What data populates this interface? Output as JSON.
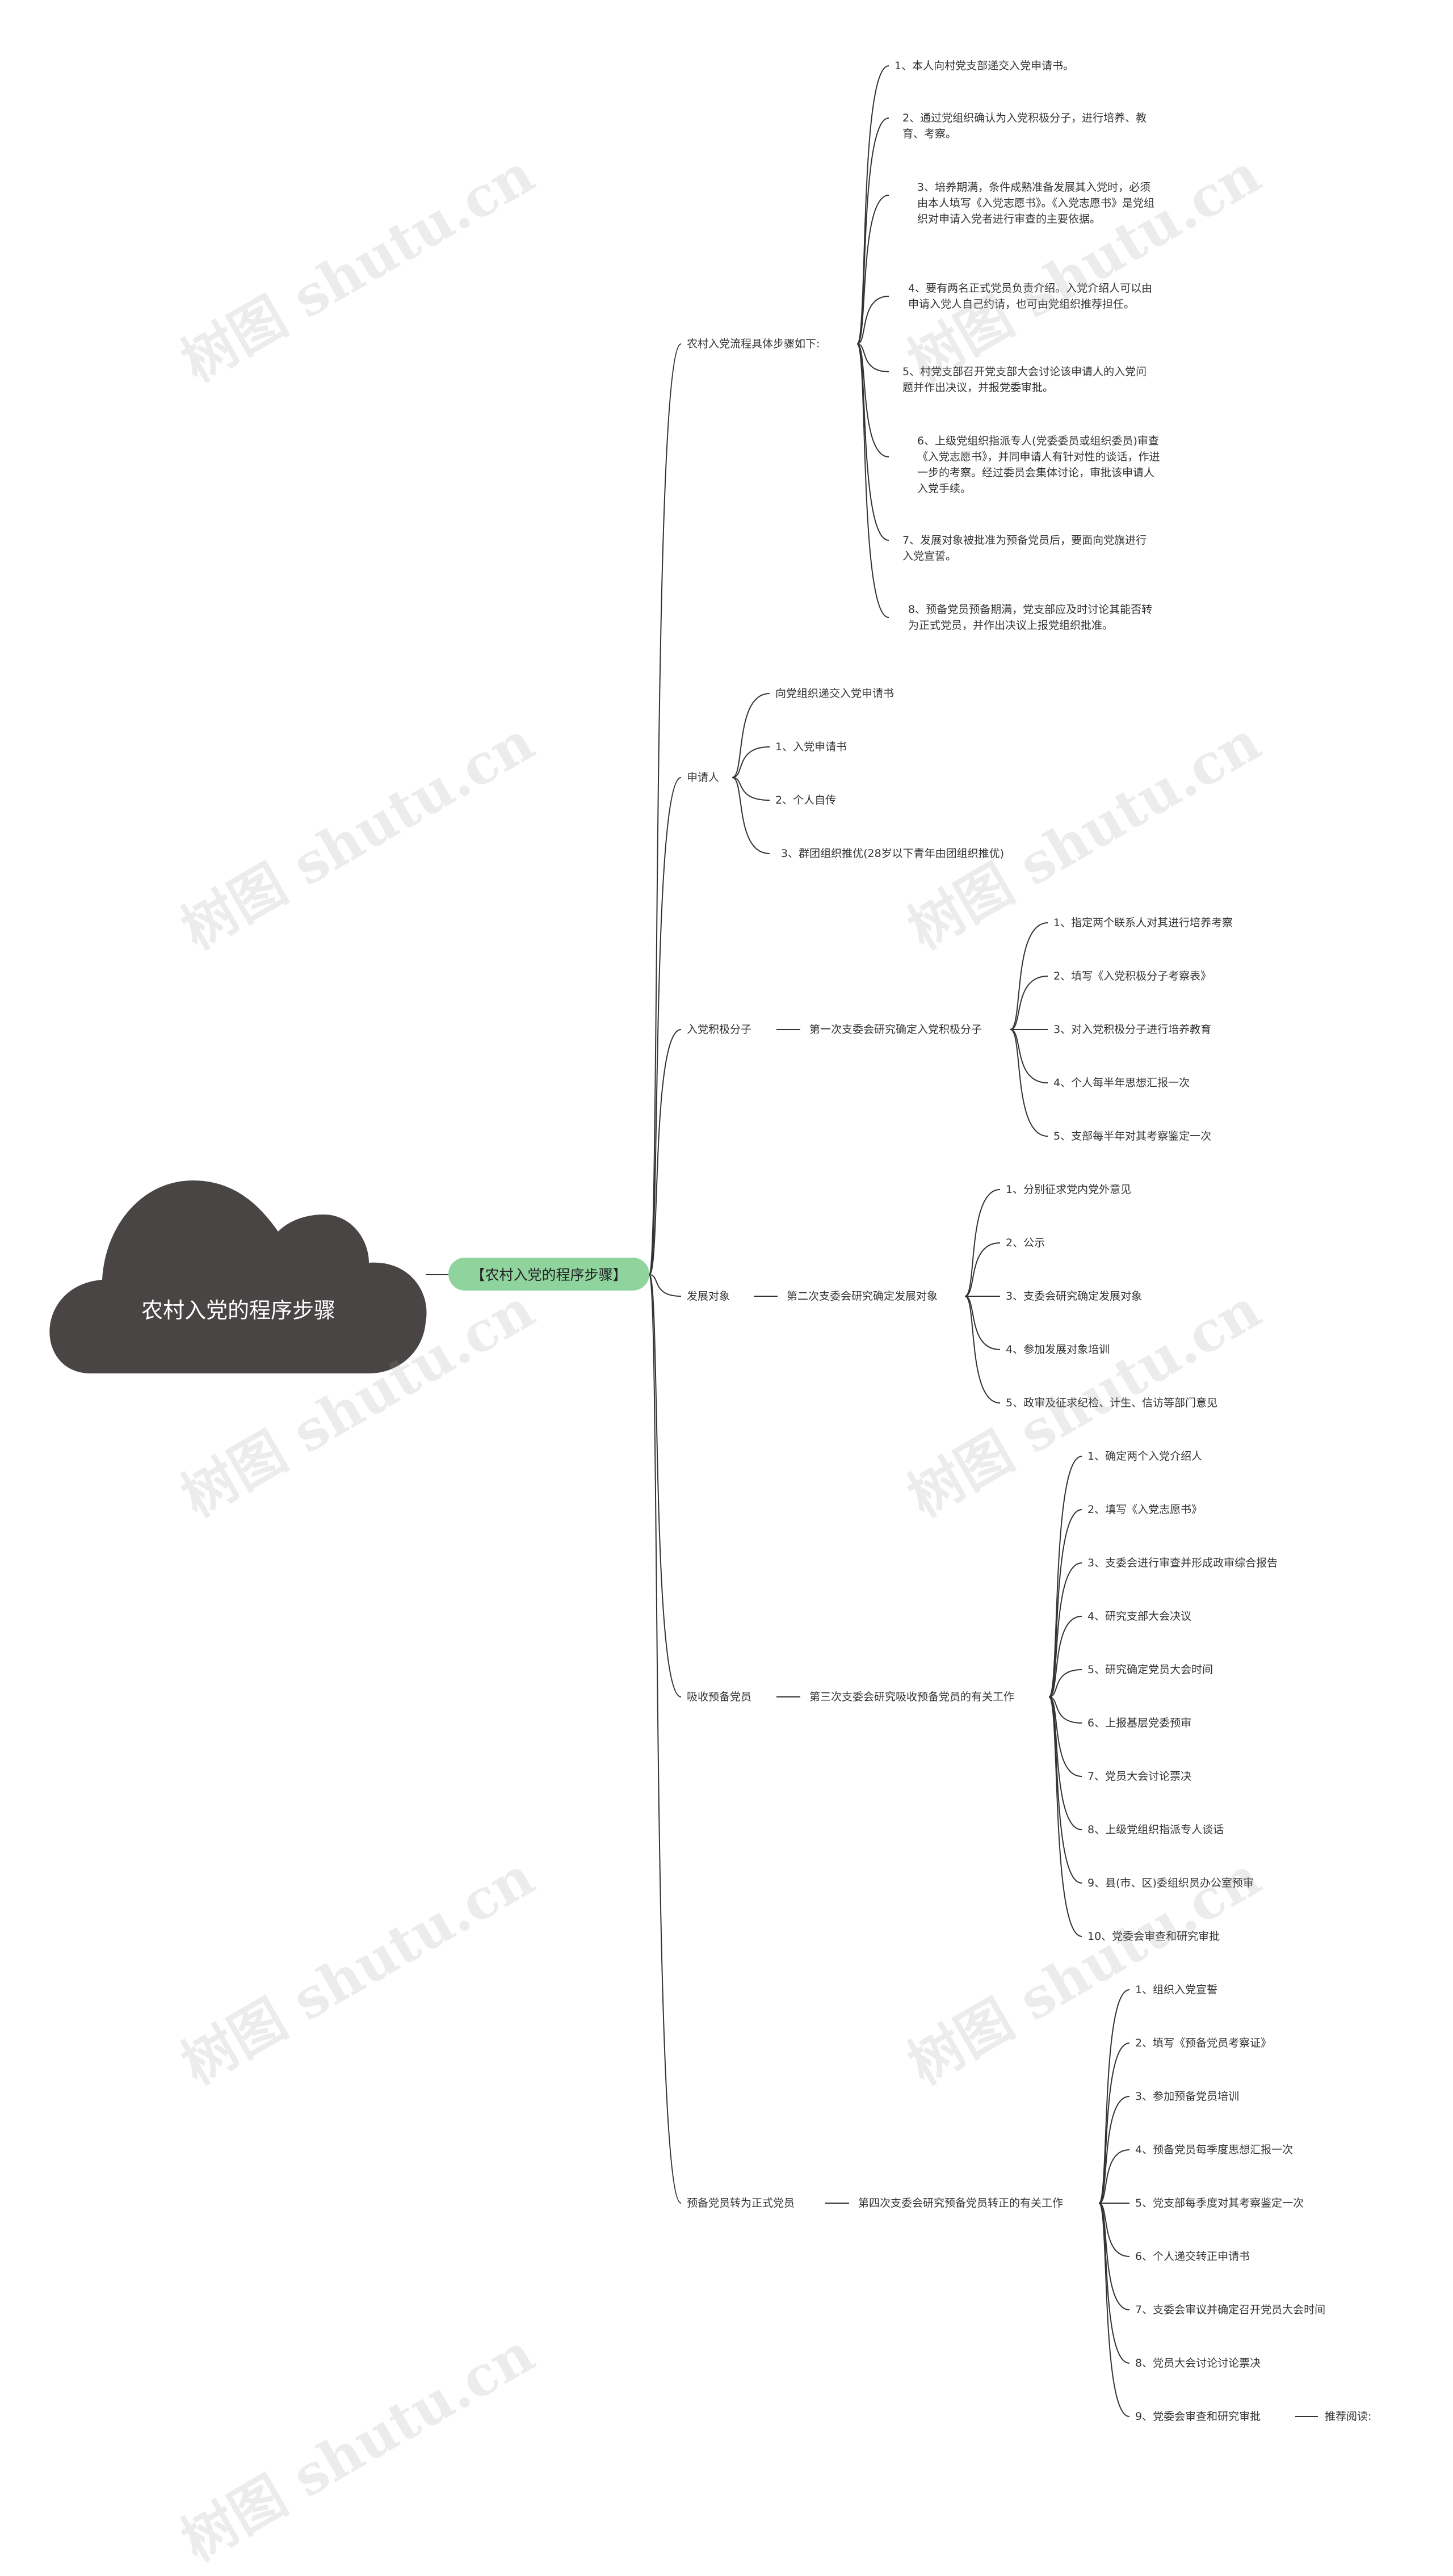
{
  "root": {
    "label": "农村入党的程序步骤"
  },
  "center": {
    "label": "【农村入党的程序步骤】"
  },
  "branches": [
    {
      "label": "农村入党流程具体步骤如下:",
      "connector": "",
      "children": [
        "1、本人向村党支部递交入党申请书。",
        "2、通过党组织确认为入党积极分子，进行培养、教育、考察。",
        "3、培养期满，条件成熟准备发展其入党时，必须由本人填写《入党志愿书》。《入党志愿书》是党组织对申请入党者进行审查的主要依据。",
        "4、要有两名正式党员负责介绍。入党介绍人可以由申请入党人自己约请，也可由党组织推荐担任。",
        "5、村党支部召开党支部大会讨论该申请人的入党问题并作出决议，并报党委审批。",
        "6、上级党组织指派专人(党委委员或组织委员)审查《入党志愿书》，并同申请人有针对性的谈话，作进一步的考察。经过委员会集体讨论，审批该申请人入党手续。",
        "7、发展对象被批准为预备党员后，要面向党旗进行入党宣誓。",
        "8、预备党员预备期满，党支部应及时讨论其能否转为正式党员，并作出决议上报党组织批准。"
      ]
    },
    {
      "label": "申请人",
      "connector": "",
      "children": [
        "向党组织递交入党申请书",
        "1、入党申请书",
        "2、个人自传",
        "3、群团组织推优(28岁以下青年由团组织推优)"
      ]
    },
    {
      "label": "入党积极分子",
      "connector": "第一次支委会研究确定入党积极分子",
      "children": [
        "1、指定两个联系人对其进行培养考察",
        "2、填写《入党积极分子考察表》",
        "3、对入党积极分子进行培养教育",
        "4、个人每半年思想汇报一次",
        "5、支部每半年对其考察鉴定一次"
      ]
    },
    {
      "label": "发展对象",
      "connector": "第二次支委会研究确定发展对象",
      "children": [
        "1、分别征求党内党外意见",
        "2、公示",
        "3、支委会研究确定发展对象",
        "4、参加发展对象培训",
        "5、政审及征求纪检、计生、信访等部门意见"
      ]
    },
    {
      "label": "吸收预备党员",
      "connector": "第三次支委会研究吸收预备党员的有关工作",
      "children": [
        "1、确定两个入党介绍人",
        "2、填写《入党志愿书》",
        "3、支委会进行审查并形成政审综合报告",
        "4、研究支部大会决议",
        "5、研究确定党员大会时间",
        "6、上报基层党委预审",
        "7、党员大会讨论票决",
        "8、上级党组织指派专人谈话",
        "9、县(市、区)委组织员办公室预审",
        "10、党委会审查和研究审批"
      ]
    },
    {
      "label": "预备党员转为正式党员",
      "connector": "第四次支委会研究预备党员转正的有关工作",
      "children": [
        "1、组织入党宣誓",
        "2、填写《预备党员考察证》",
        "3、参加预备党员培训",
        "4、预备党员每季度思想汇报一次",
        "5、党支部每季度对其考察鉴定一次",
        "6、个人递交转正申请书",
        "7、支委会审议并确定召开党员大会时间",
        "8、党员大会讨论讨论票决",
        "9、党委会审查和研究审批"
      ]
    }
  ],
  "tail": {
    "label": "推荐阅读:"
  },
  "watermark": {
    "text": "树图 shutu.cn"
  },
  "colors": {
    "cloud": "#4a4545",
    "center": "#8fd39d",
    "line": "#333333"
  }
}
